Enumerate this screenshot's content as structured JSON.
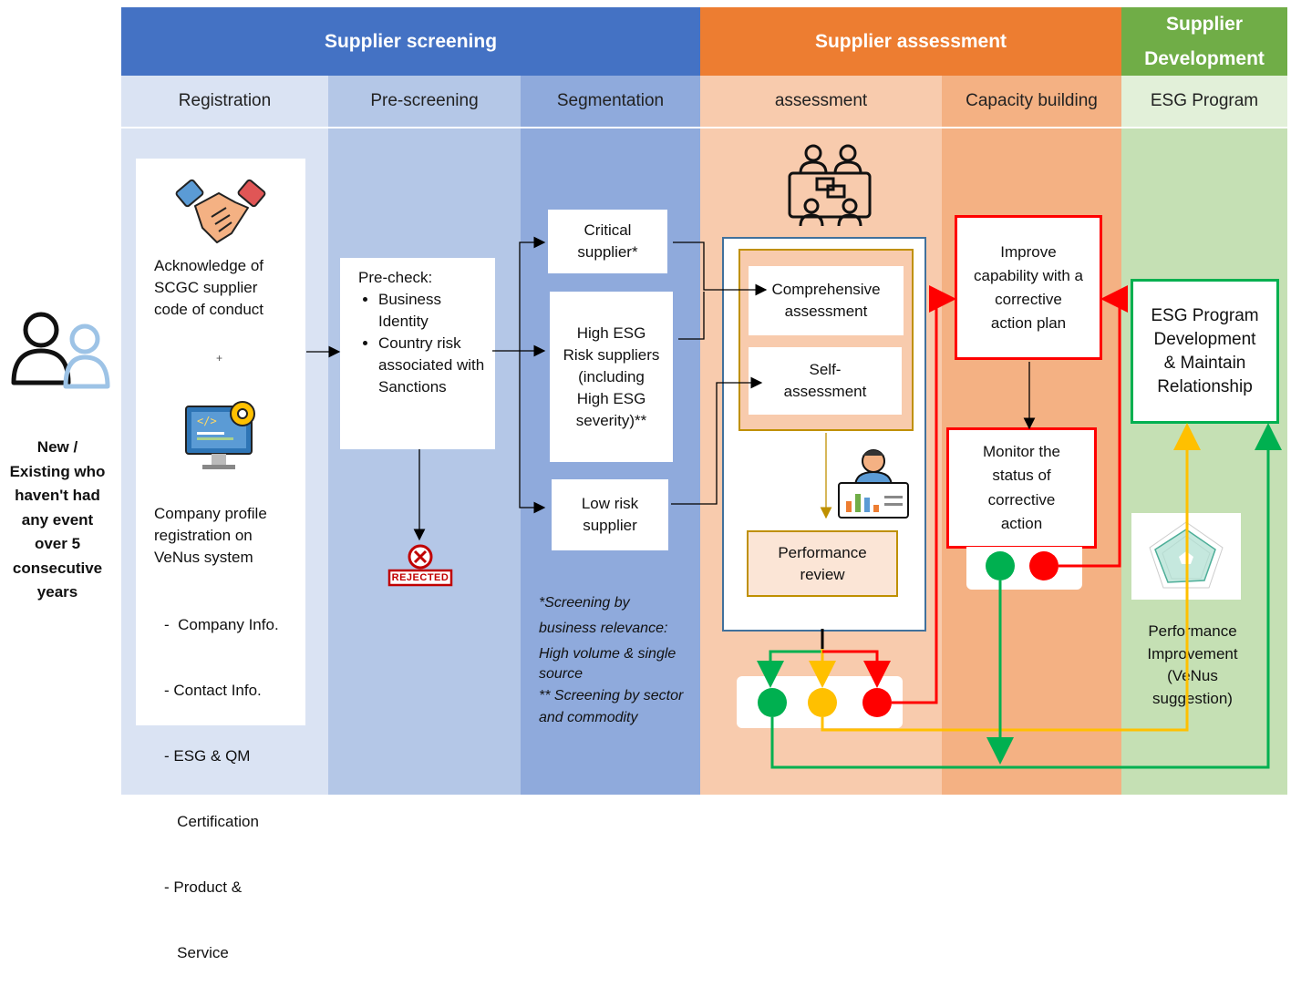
{
  "header": {
    "screening": "Supplier screening",
    "assessment": "Supplier assessment",
    "development_line1": "Supplier",
    "development_line2": "Development"
  },
  "stages": {
    "registration": "Registration",
    "prescreening": "Pre-screening",
    "segmentation": "Segmentation",
    "assessment": "assessment",
    "capacity": "Capacity building",
    "esg": "ESG Program"
  },
  "left": {
    "line1": "New /",
    "line2": "Existing who",
    "line3": "haven't had",
    "line4": "any event",
    "line5": "over 5",
    "line6": "consecutive",
    "line7": "years"
  },
  "registration": {
    "ack_line1": "Acknowledge of",
    "ack_line2": "SCGC supplier",
    "ack_line3": "code of conduct",
    "plus": "+",
    "profile_line1": "Company profile",
    "profile_line2": "registration on",
    "profile_line3": "VeNus system",
    "items": [
      "-  Company Info.",
      "- Contact Info.",
      "- ESG & QM",
      "   Certification",
      "- Product &",
      "   Service"
    ]
  },
  "precheck": {
    "title": "Pre-check:",
    "bullets": [
      "Business Identity",
      "Country risk associated with Sanctions"
    ],
    "rejected": "REJECTED"
  },
  "segmentation": {
    "critical": "Critical supplier*",
    "high": "High ESG Risk suppliers (including High ESG severity)**",
    "low": "Low risk supplier",
    "notes": [
      "*Screening by",
      "business relevance:",
      "High volume & single",
      "source",
      "** Screening by sector",
      "and commodity"
    ]
  },
  "assessment": {
    "comprehensive": "Comprehensive assessment",
    "self": "Self-assessment",
    "review": "Performance review"
  },
  "capacity": {
    "improve": "Improve capability with a corrective action plan",
    "monitor": "Monitor the status of corrective action"
  },
  "esg": {
    "program": "ESG Program Development & Maintain Relationship",
    "performance": "Performance Improvement (VeNus suggestion)"
  },
  "colors": {
    "screening_header": "#4472c4",
    "assessment_header": "#ed7d31",
    "development_header": "#70ad47",
    "red": "#ff0000",
    "green": "#00b050",
    "yellow": "#ffc000"
  }
}
